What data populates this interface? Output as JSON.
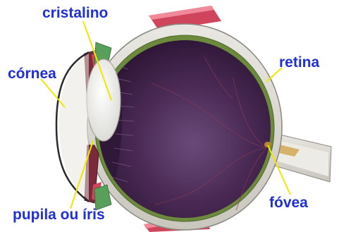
{
  "labels": {
    "cristalino": "cristalino",
    "cornea": "córnea",
    "retina": "retina",
    "fovea": "fóvea",
    "pupila": "pupila ou íris"
  },
  "colors": {
    "label_text": "#1f2fd6",
    "pointer_line": "#f2e600",
    "sclera": "#d9d6cf",
    "interior": "#3e1f45",
    "retina_band": "#6c8a3c",
    "muscle": "#d0455b"
  }
}
